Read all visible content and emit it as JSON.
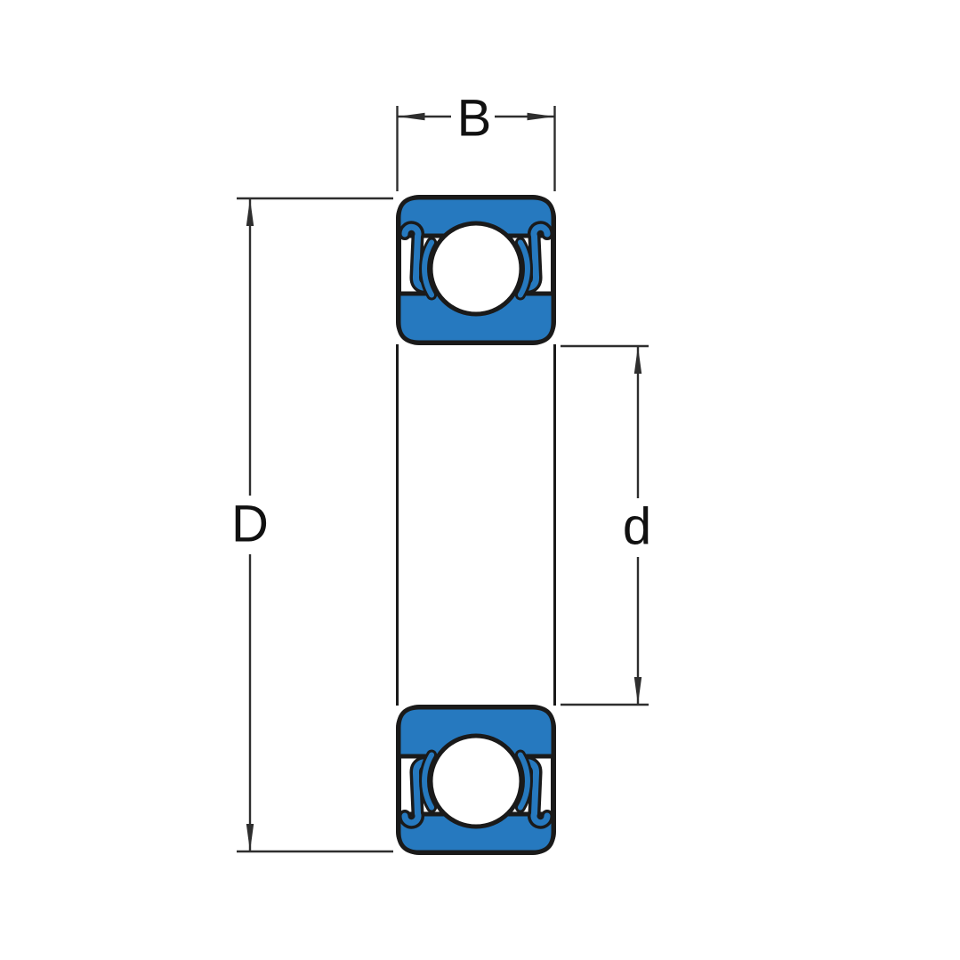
{
  "figure": {
    "type": "bearing-cross-section-technical-drawing",
    "dimensions": {
      "width_label": "B",
      "outer_diameter_label": "D",
      "bore_diameter_label": "d"
    },
    "colors": {
      "ring_fill": "#2679BF",
      "outline": "#1a1a1a",
      "dimension": "#2e2e2e",
      "ball_fill": "#ffffff",
      "background": "#ffffff"
    }
  }
}
